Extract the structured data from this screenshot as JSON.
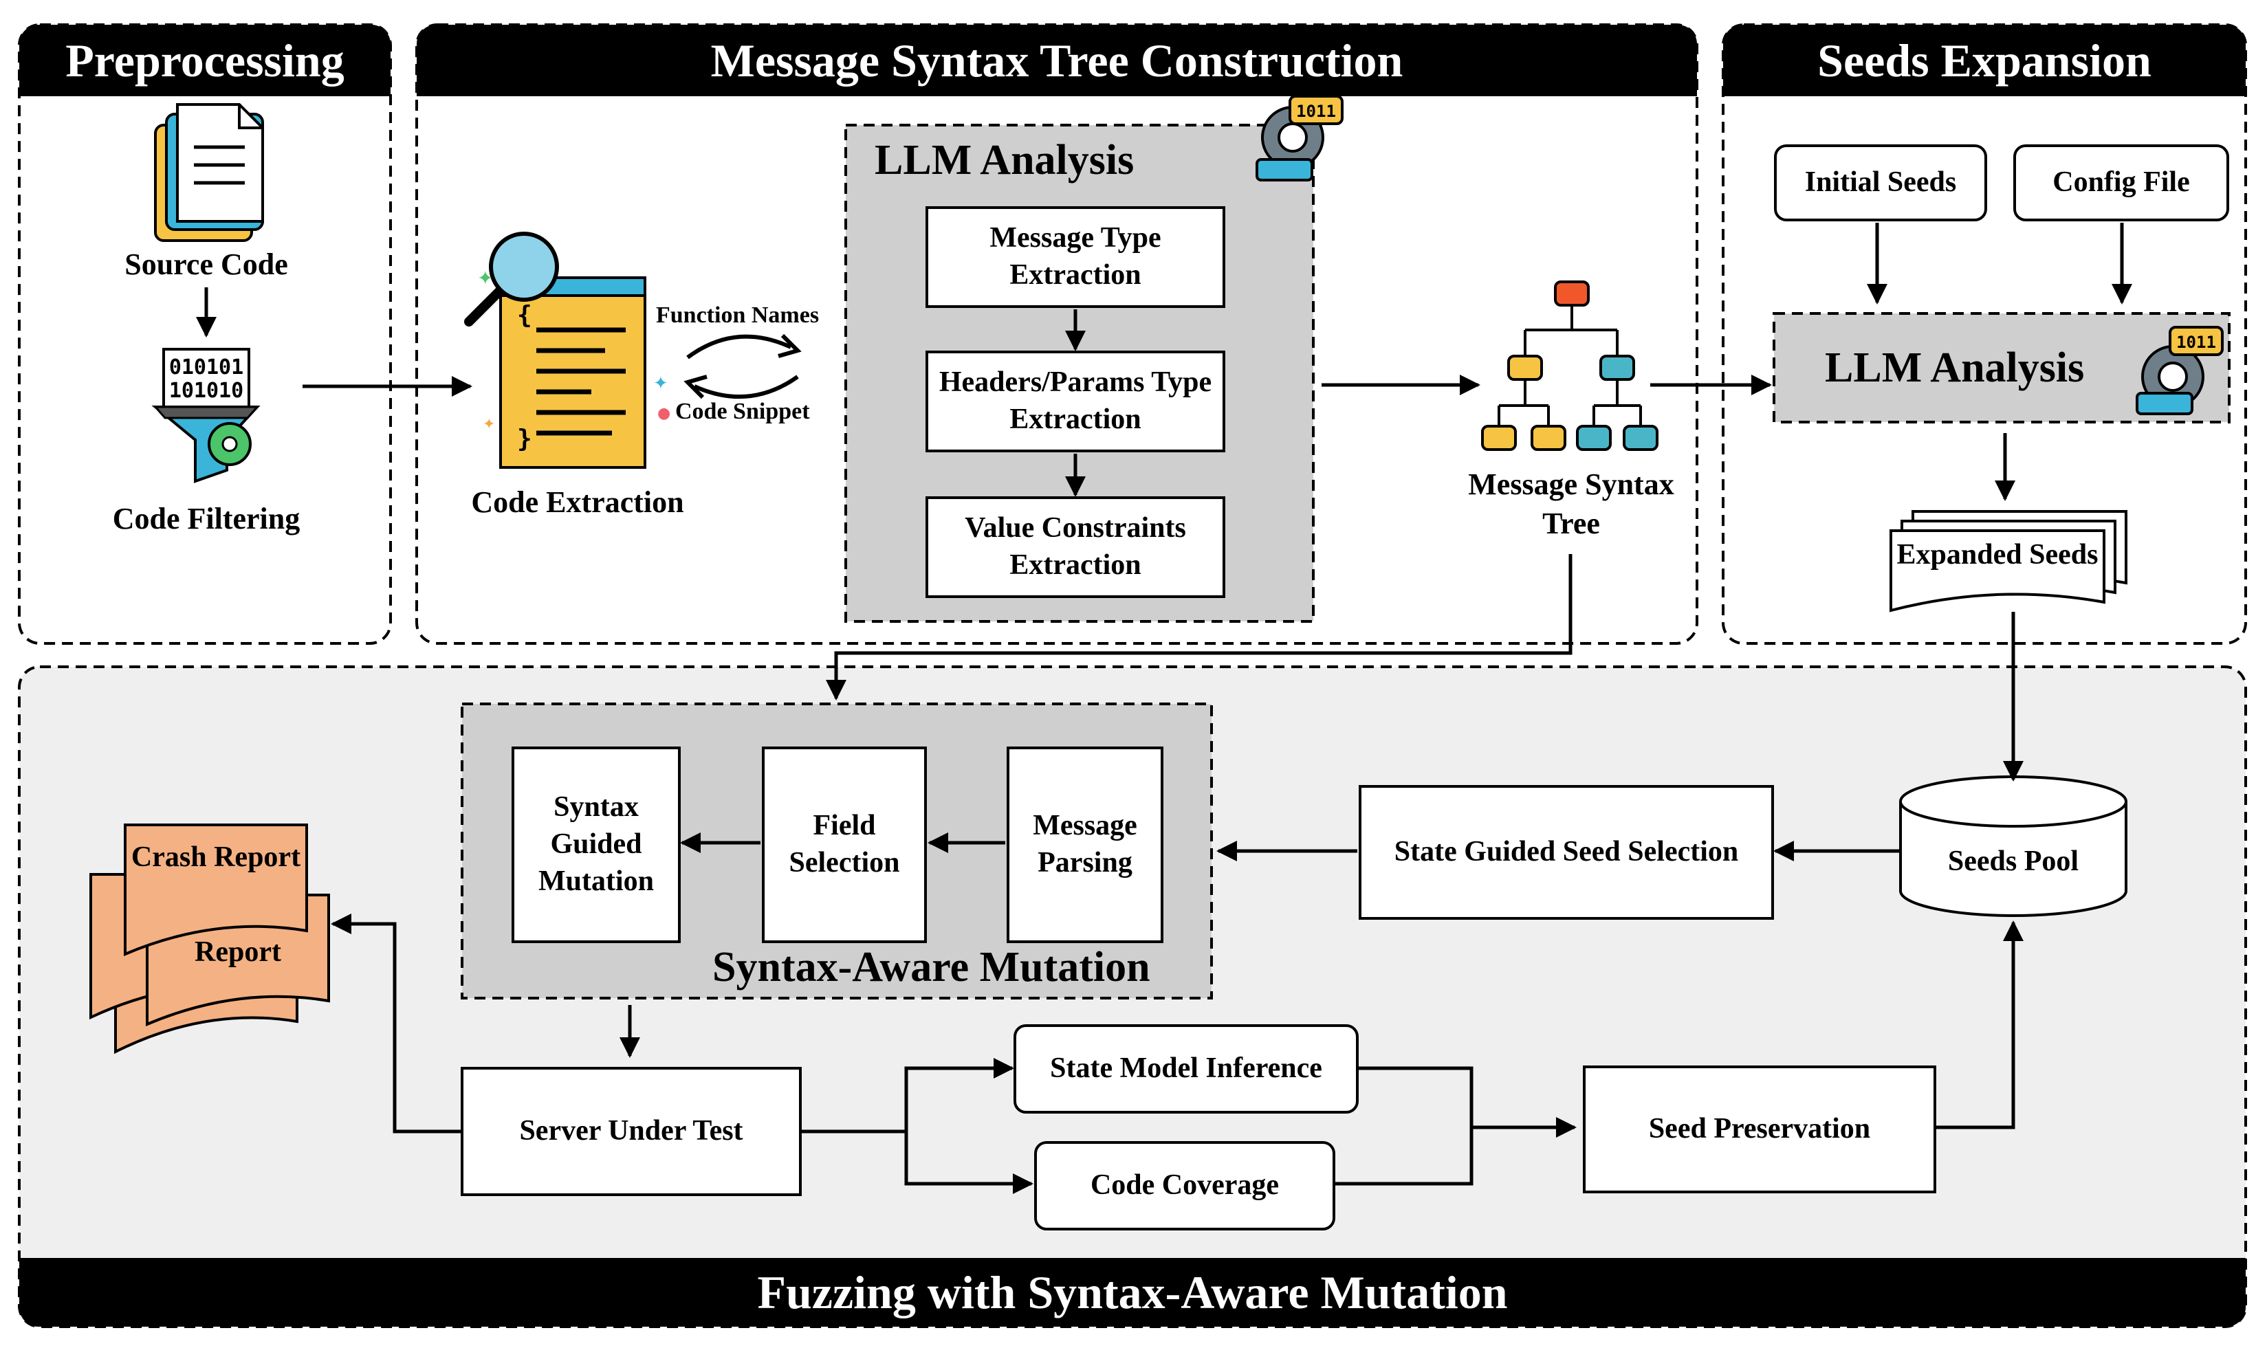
{
  "sections": {
    "preprocessing": "Preprocessing",
    "tree_construction": "Message Syntax Tree Construction",
    "seeds_expansion": "Seeds Expansion",
    "fuzzing": "Fuzzing with Syntax-Aware Mutation"
  },
  "preprocessing": {
    "source_code": "Source Code",
    "code_filtering": "Code Filtering"
  },
  "tree_construction": {
    "code_extraction": "Code Extraction",
    "function_names": "Function Names",
    "code_snippet": "Code Snippet",
    "llm_analysis": "LLM Analysis",
    "message_type_extraction": "Message Type Extraction",
    "headers_params_extraction": "Headers/Params Type Extraction",
    "value_constraints_extraction": "Value Constraints Extraction",
    "message_syntax_tree": "Message Syntax Tree",
    "binary_badge": "1011"
  },
  "seeds_expansion": {
    "initial_seeds": "Initial Seeds",
    "config_file": "Config File",
    "llm_analysis": "LLM Analysis",
    "expanded_seeds": "Expanded Seeds"
  },
  "fuzzing": {
    "syntax_aware_mutation": "Syntax-Aware Mutation",
    "syntax_guided_mutation": "Syntax Guided Mutation",
    "field_selection": "Field Selection",
    "message_parsing": "Message Parsing",
    "state_guided_seed_selection": "State Guided Seed Selection",
    "seeds_pool": "Seeds Pool",
    "crash_report": "Crash Report",
    "crash_report_back": "Report",
    "server_under_test": "Server Under Test",
    "state_model_inference": "State Model Inference",
    "code_coverage": "Code Coverage",
    "seed_preservation": "Seed Preservation"
  },
  "icons": {
    "source_code": "document-stack-icon",
    "code_filtering": "binary-funnel-gear-icon",
    "code_extraction": "magnifier-code-file-icon",
    "exchange": "cycle-arrows-icon",
    "llm_analysis": "binary-gear-icon",
    "syntax_tree": "tree-hierarchy-icon"
  },
  "colors": {
    "header_bg": "#000000",
    "panel_gray": "#d0cfd0",
    "bottom_gray": "#efefef",
    "crash_orange": "#f4b183",
    "file_yellow": "#f6c343",
    "tree_red": "#f0582c",
    "tree_yellow": "#f6c343",
    "tree_teal": "#4bb5c8",
    "gear_gray": "#6e7f8a",
    "chip_cyan": "#3ab4d8"
  }
}
